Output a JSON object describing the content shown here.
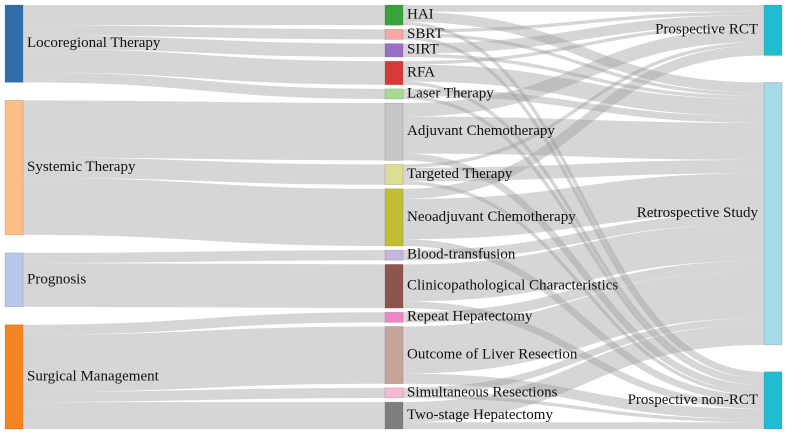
{
  "diagram": {
    "type": "sankey",
    "link_color": "#9e9e9e",
    "columns": [
      {
        "nodes": [
          {
            "id": "locoregional",
            "label": "Locoregional Therapy",
            "color": "#2f6eaa"
          },
          {
            "id": "systemic",
            "label": "Systemic Therapy",
            "color": "#fdbf86"
          },
          {
            "id": "prognosis",
            "label": "Prognosis",
            "color": "#b7c8ea"
          },
          {
            "id": "surgical",
            "label": "Surgical Management",
            "color": "#f5841f"
          }
        ]
      },
      {
        "nodes": [
          {
            "id": "hai",
            "label": "HAI",
            "color": "#38a33b"
          },
          {
            "id": "sbrt",
            "label": "SBRT",
            "color": "#f7a8a4"
          },
          {
            "id": "sirt",
            "label": "SIRT",
            "color": "#9a6fc6"
          },
          {
            "id": "rfa",
            "label": "RFA",
            "color": "#d93838"
          },
          {
            "id": "laser",
            "label": "Laser Therapy",
            "color": "#a6dd93"
          },
          {
            "id": "adjuvant",
            "label": "Adjuvant Chemotherapy",
            "color": "#c7c7c7"
          },
          {
            "id": "targeted",
            "label": "Targeted Therapy",
            "color": "#dedd94"
          },
          {
            "id": "neoadjuvant",
            "label": "Neoadjuvant Chemotherapy",
            "color": "#c2bd32"
          },
          {
            "id": "blood",
            "label": "Blood-transfusion",
            "color": "#c8b3dc"
          },
          {
            "id": "clinico",
            "label": "Clinicopathological Characteristics",
            "color": "#8d554d"
          },
          {
            "id": "repeat",
            "label": "Repeat Hepatectomy",
            "color": "#ec86c6"
          },
          {
            "id": "outcome",
            "label": "Outcome of Liver Resection",
            "color": "#c8a39c"
          },
          {
            "id": "simultaneous",
            "label": "Simultaneous Resections",
            "color": "#f5b9d6"
          },
          {
            "id": "twostage",
            "label": "Two-stage Hepatectomy",
            "color": "#7e7e7e"
          }
        ]
      },
      {
        "nodes": [
          {
            "id": "prospective_rct",
            "label": "Prospective RCT",
            "color": "#20bccf"
          },
          {
            "id": "retrospective",
            "label": "Retrospective Study",
            "color": "#a5dbe8"
          },
          {
            "id": "prospective_nonrct",
            "label": "Prospective non-RCT",
            "color": "#20bccf"
          }
        ]
      }
    ],
    "links": [
      {
        "source": "locoregional",
        "target": "hai",
        "value": 6
      },
      {
        "source": "locoregional",
        "target": "sbrt",
        "value": 3
      },
      {
        "source": "locoregional",
        "target": "sirt",
        "value": 4
      },
      {
        "source": "locoregional",
        "target": "rfa",
        "value": 7
      },
      {
        "source": "locoregional",
        "target": "laser",
        "value": 3
      },
      {
        "source": "systemic",
        "target": "adjuvant",
        "value": 17
      },
      {
        "source": "systemic",
        "target": "targeted",
        "value": 6
      },
      {
        "source": "systemic",
        "target": "neoadjuvant",
        "value": 17
      },
      {
        "source": "prognosis",
        "target": "blood",
        "value": 3
      },
      {
        "source": "prognosis",
        "target": "clinico",
        "value": 13
      },
      {
        "source": "surgical",
        "target": "repeat",
        "value": 3
      },
      {
        "source": "surgical",
        "target": "outcome",
        "value": 17
      },
      {
        "source": "surgical",
        "target": "simultaneous",
        "value": 3
      },
      {
        "source": "surgical",
        "target": "twostage",
        "value": 8
      },
      {
        "source": "hai",
        "target": "prospective_rct",
        "value": 2
      },
      {
        "source": "hai",
        "target": "retrospective",
        "value": 3
      },
      {
        "source": "hai",
        "target": "prospective_nonrct",
        "value": 1
      },
      {
        "source": "sbrt",
        "target": "prospective_rct",
        "value": 1
      },
      {
        "source": "sbrt",
        "target": "retrospective",
        "value": 1
      },
      {
        "source": "sbrt",
        "target": "prospective_nonrct",
        "value": 1
      },
      {
        "source": "sirt",
        "target": "prospective_rct",
        "value": 3
      },
      {
        "source": "sirt",
        "target": "retrospective",
        "value": 1
      },
      {
        "source": "rfa",
        "target": "prospective_rct",
        "value": 1
      },
      {
        "source": "rfa",
        "target": "retrospective",
        "value": 5
      },
      {
        "source": "rfa",
        "target": "prospective_nonrct",
        "value": 1
      },
      {
        "source": "laser",
        "target": "retrospective",
        "value": 2
      },
      {
        "source": "laser",
        "target": "prospective_nonrct",
        "value": 1
      },
      {
        "source": "adjuvant",
        "target": "prospective_rct",
        "value": 4
      },
      {
        "source": "adjuvant",
        "target": "retrospective",
        "value": 11
      },
      {
        "source": "adjuvant",
        "target": "prospective_nonrct",
        "value": 2
      },
      {
        "source": "targeted",
        "target": "prospective_rct",
        "value": 1
      },
      {
        "source": "targeted",
        "target": "retrospective",
        "value": 4
      },
      {
        "source": "targeted",
        "target": "prospective_nonrct",
        "value": 1
      },
      {
        "source": "neoadjuvant",
        "target": "prospective_rct",
        "value": 3
      },
      {
        "source": "neoadjuvant",
        "target": "retrospective",
        "value": 12
      },
      {
        "source": "neoadjuvant",
        "target": "prospective_nonrct",
        "value": 2
      },
      {
        "source": "blood",
        "target": "retrospective",
        "value": 3
      },
      {
        "source": "clinico",
        "target": "retrospective",
        "value": 11
      },
      {
        "source": "clinico",
        "target": "prospective_nonrct",
        "value": 2
      },
      {
        "source": "repeat",
        "target": "retrospective",
        "value": 3
      },
      {
        "source": "outcome",
        "target": "retrospective",
        "value": 14
      },
      {
        "source": "outcome",
        "target": "prospective_nonrct",
        "value": 3
      },
      {
        "source": "simultaneous",
        "target": "retrospective",
        "value": 2
      },
      {
        "source": "simultaneous",
        "target": "prospective_nonrct",
        "value": 1
      },
      {
        "source": "twostage",
        "target": "retrospective",
        "value": 6
      },
      {
        "source": "twostage",
        "target": "prospective_nonrct",
        "value": 2
      }
    ]
  }
}
